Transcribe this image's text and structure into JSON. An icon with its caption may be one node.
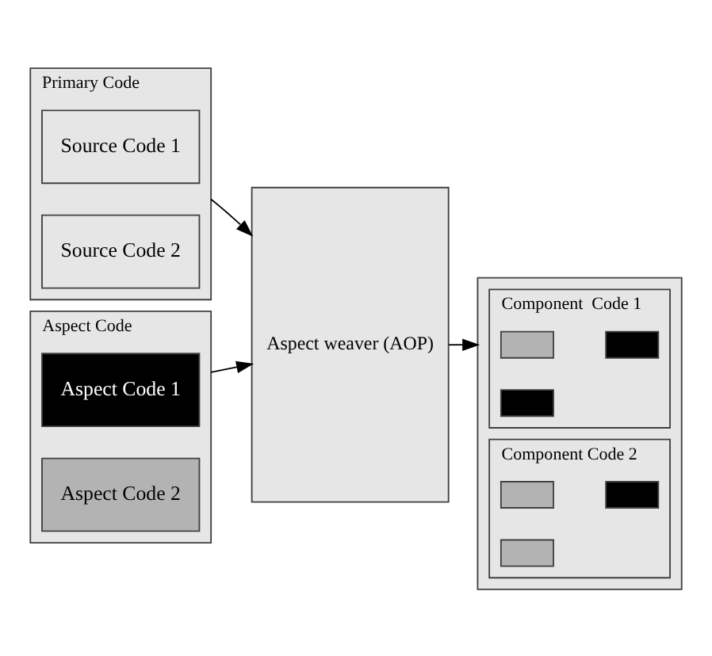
{
  "diagram": {
    "nodes": [
      {
        "text": [
          "Primary Code"
        ]
      },
      {
        "text": [
          "Source Code 1"
        ],
        "in": 0
      },
      {
        "text": [
          "Source Code 2"
        ],
        "in": 0
      },
      {
        "text": [
          "Aspect Code"
        ]
      },
      {
        "text": [
          "Aspect Code 1"
        ],
        "in": 3
      },
      {
        "text": [
          "Aspect Code 2"
        ],
        "in": 3
      },
      {
        "text": [
          "Aspect weaver (AOP)"
        ]
      },
      {
        "text": [],
        "shape": "box"
      },
      {
        "text": [
          "Component  Code 1"
        ],
        "in": 7
      },
      {
        "text": [],
        "shape": "bar",
        "in": 8
      },
      {
        "text": [],
        "shape": "bar",
        "in": 8
      },
      {
        "text": [],
        "shape": "bar",
        "in": 8
      },
      {
        "text": [
          "Component Code 2"
        ],
        "in": 7
      },
      {
        "text": [],
        "shape": "bar",
        "in": 12
      },
      {
        "text": [],
        "shape": "bar",
        "in": 12
      },
      {
        "text": [],
        "shape": "bar",
        "in": 12
      }
    ],
    "edges": [
      {
        "from": 0,
        "to": 6,
        "arrow": "to"
      },
      {
        "from": 3,
        "to": 6,
        "arrow": "to"
      },
      {
        "from": 6,
        "to": 7,
        "arrow": "to"
      }
    ]
  }
}
